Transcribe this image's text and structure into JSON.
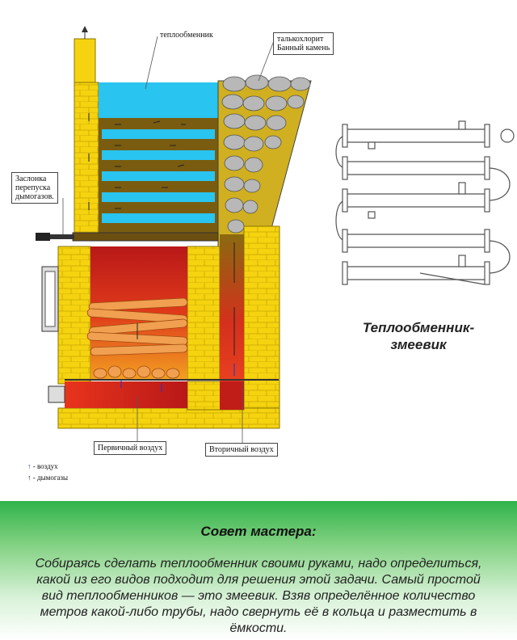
{
  "labels": {
    "heat_exchanger": "теплообменник",
    "talc_chlorite": "талькохлорит",
    "bath_stone": "Банный камень",
    "damper_line1": "Заслонка",
    "damper_line2": "перепуска",
    "damper_line3": "дымогазов.",
    "primary_air": "Первичный воздух",
    "secondary_air": "Вторичный воздух",
    "legend_air": "- воздух",
    "legend_smoke": "- дымогазы"
  },
  "coil": {
    "title_line1": "Теплообменник-",
    "title_line2": "змеевик"
  },
  "tip": {
    "title": "Совет мастера:",
    "text": "Собираясь сделать теплообменник своими руками, надо определиться, какой из его видов подходит для решения этой задачи. Самый простой вид теплообменников — это змеевик. Взяв определённое количество метров какой-либо трубы, надо свернуть её в кольца и разместить в ёмкости."
  },
  "colors": {
    "brick": "#f5d310",
    "water": "#29c4f0",
    "fire": "#d8261c",
    "flame": "#f08a1e",
    "tip_green": "#2fb34a"
  }
}
